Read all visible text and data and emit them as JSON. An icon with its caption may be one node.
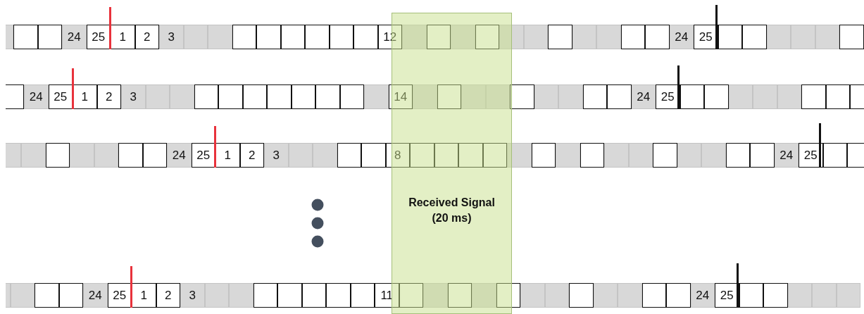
{
  "diagram": {
    "nodes": [
      {
        "text": [
          "Received Signal (20 ms)"
        ]
      }
    ],
    "labels": [
      "24",
      "25",
      "1",
      "2",
      "3",
      "12",
      "24",
      "25",
      "24",
      "25",
      "1",
      "2",
      "3",
      "14",
      "24",
      "25",
      "24",
      "25",
      "1",
      "2",
      "3",
      "8",
      "24",
      "25",
      "24",
      "25",
      "1",
      "2",
      "3",
      "11",
      "24",
      "25"
    ]
  }
}
